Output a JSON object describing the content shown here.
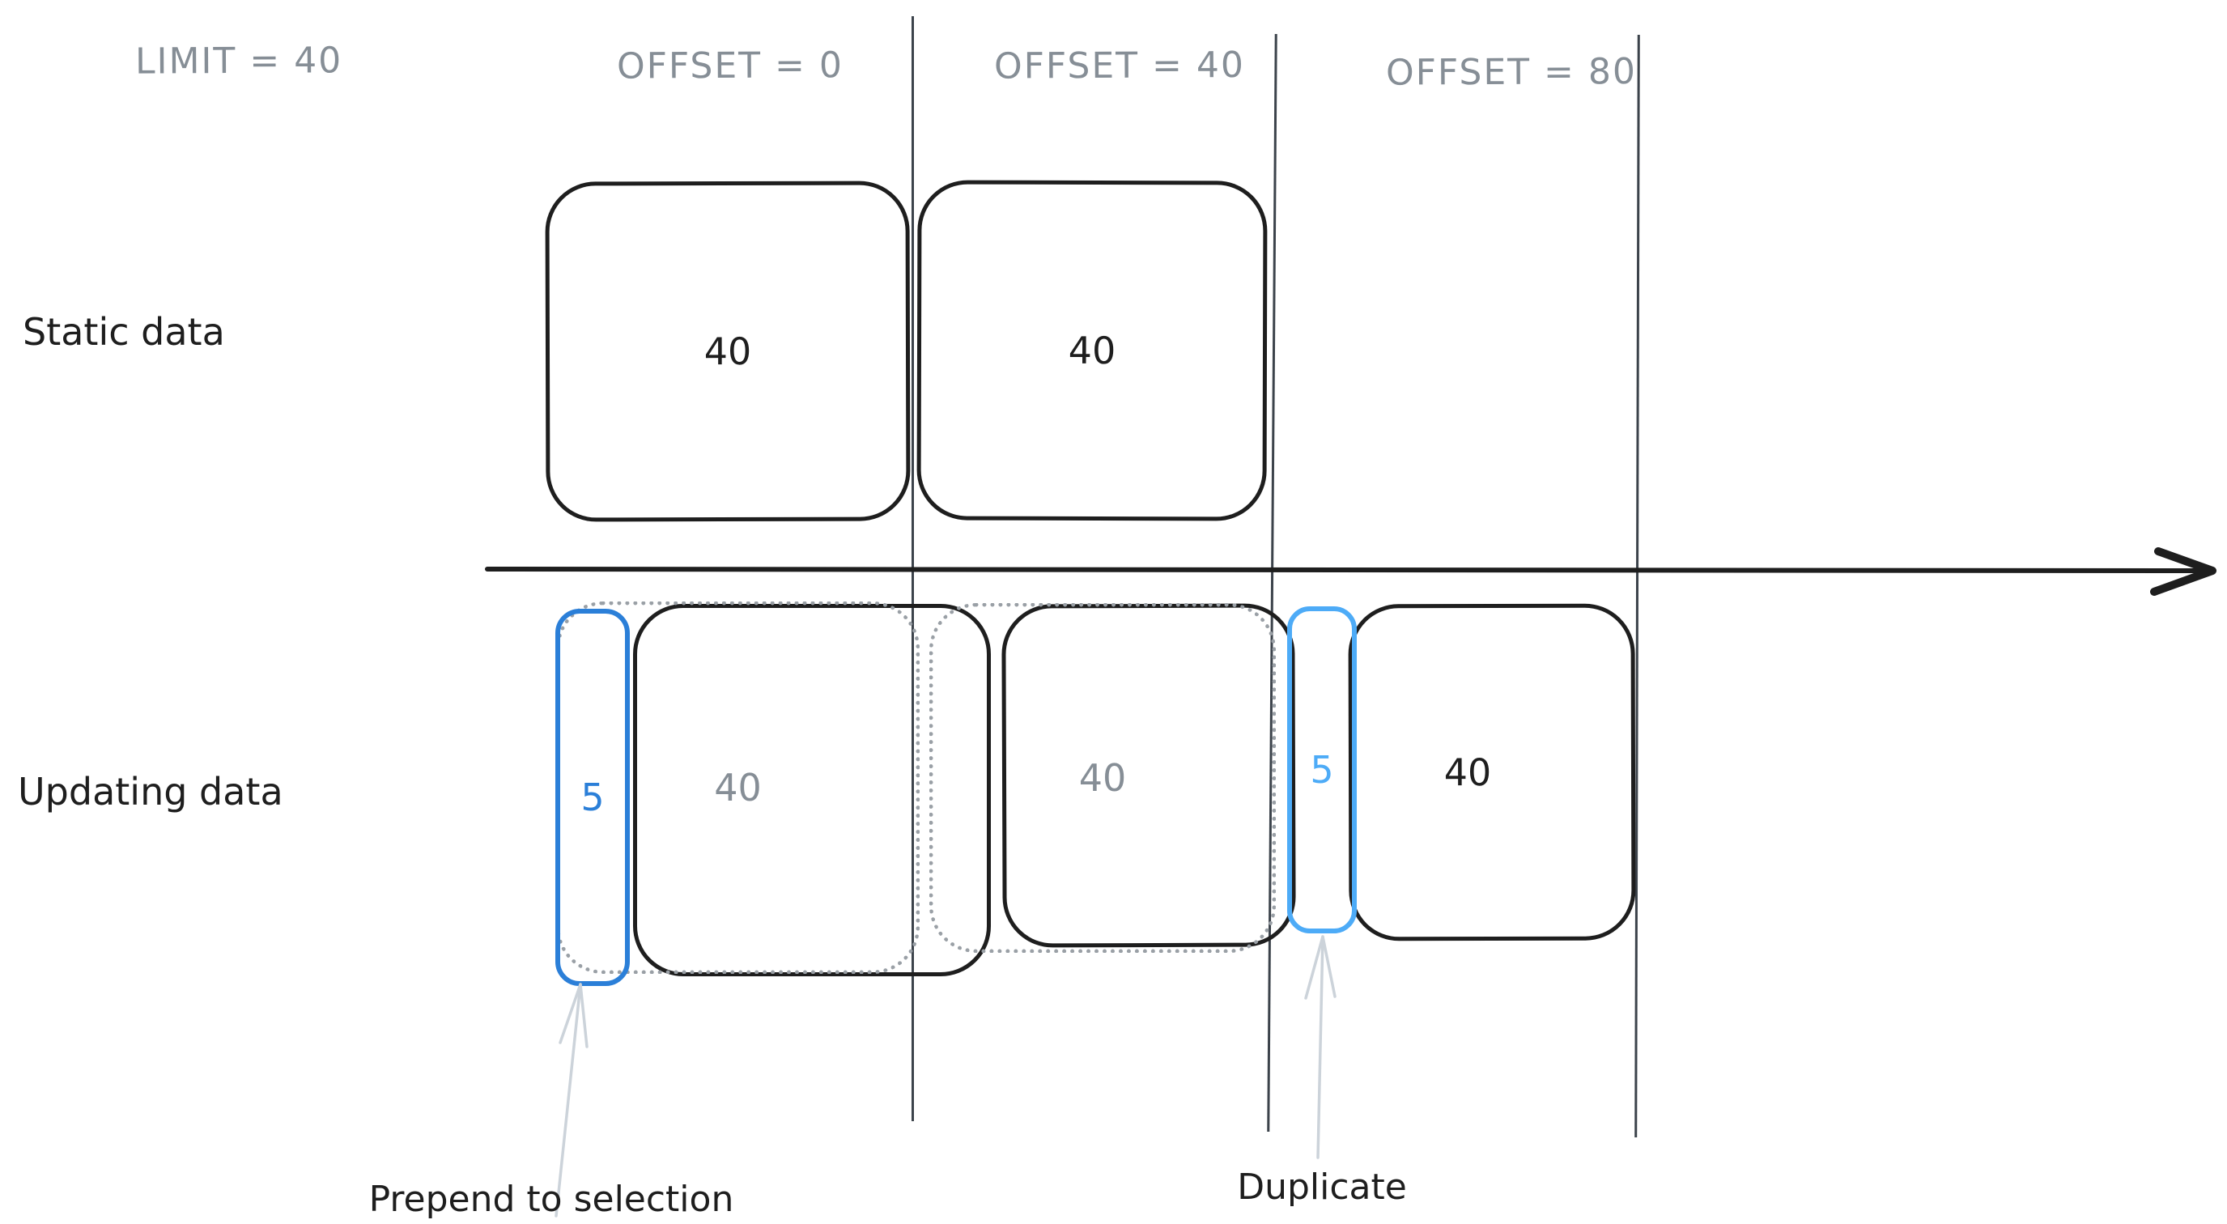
{
  "diagram_type": "excalidraw-style pagination diagram",
  "colors": {
    "background": "#ffffff",
    "ink_black": "#1e1e1e",
    "label_gray": "#868e96",
    "dotted_gray": "#9aa0a6",
    "divider_gray": "#3c434b",
    "annotation_arrow_gray": "#ccd3da",
    "blue_primary": "#2b7fd8",
    "blue_light": "#4dabf7"
  },
  "header": {
    "limit": "LIMIT = 40",
    "offsets": [
      "OFFSET = 0",
      "OFFSET = 40",
      "OFFSET = 80"
    ]
  },
  "row_labels": {
    "static": "Static data",
    "updating": "Updating data"
  },
  "static_row": {
    "page1": "40",
    "page2": "40"
  },
  "updating_row": {
    "prepended_count": "5",
    "old_page1": "40",
    "old_page2": "40",
    "duplicate_count": "5",
    "page3": "40"
  },
  "annotations": {
    "prepend": "Prepend to selection",
    "duplicate": "Duplicate"
  }
}
